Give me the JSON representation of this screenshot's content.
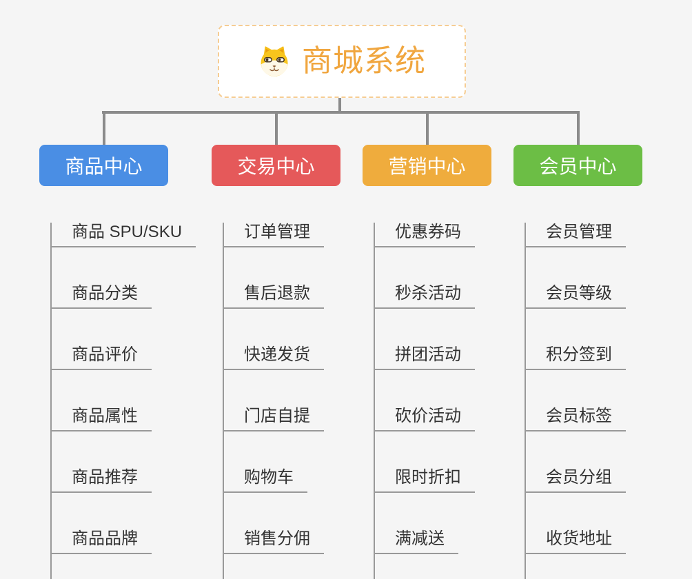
{
  "root": {
    "title": "商城系统",
    "icon": "dog-face"
  },
  "branches": [
    {
      "id": "product-center",
      "label": "商品中心",
      "color": "#4a8ee4",
      "children": [
        "商品 SPU/SKU",
        "商品分类",
        "商品评价",
        "商品属性",
        "商品推荐",
        "商品品牌"
      ]
    },
    {
      "id": "trade-center",
      "label": "交易中心",
      "color": "#e5595a",
      "children": [
        "订单管理",
        "售后退款",
        "快递发货",
        "门店自提",
        "购物车",
        "销售分佣"
      ]
    },
    {
      "id": "marketing-center",
      "label": "营销中心",
      "color": "#efac3d",
      "children": [
        "优惠券码",
        "秒杀活动",
        "拼团活动",
        "砍价活动",
        "限时折扣",
        "满减送"
      ]
    },
    {
      "id": "member-center",
      "label": "会员中心",
      "color": "#6cbe45",
      "children": [
        "会员管理",
        "会员等级",
        "积分签到",
        "会员标签",
        "会员分组",
        "收货地址"
      ]
    }
  ],
  "colors": {
    "background": "#f5f5f5",
    "connector": "#8b8b8b",
    "leaf_line": "#999999",
    "leaf_text": "#333333",
    "root_text": "#f0a63f",
    "root_border": "#f6cd93"
  }
}
